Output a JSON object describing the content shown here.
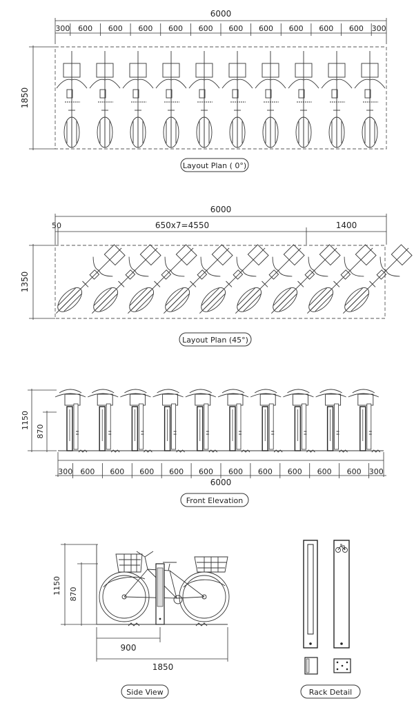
{
  "layout_plan_0": {
    "overall_width": "6000",
    "depth": "1850",
    "segments": [
      "300",
      "600",
      "600",
      "600",
      "600",
      "600",
      "600",
      "600",
      "600",
      "600",
      "600",
      "300"
    ],
    "caption": "Layout Plan ( 0°)"
  },
  "layout_plan_45": {
    "overall_width": "6000",
    "offset": "50",
    "pitch_label": "650x7=4550",
    "end_length": "1400",
    "depth": "1350",
    "caption": "Layout Plan (45°)"
  },
  "front_elevation": {
    "height_total": "1150",
    "height_rack": "870",
    "segments": [
      "300",
      "600",
      "600",
      "600",
      "600",
      "600",
      "600",
      "600",
      "600",
      "600",
      "600",
      "300"
    ],
    "overall_width": "6000",
    "caption": "Front Elevation"
  },
  "side_view": {
    "height_total": "1150",
    "height_rack": "870",
    "length_to_rack": "900",
    "length_total": "1850",
    "caption": "Side View"
  },
  "rack_detail": {
    "caption": "Rack Detail"
  }
}
